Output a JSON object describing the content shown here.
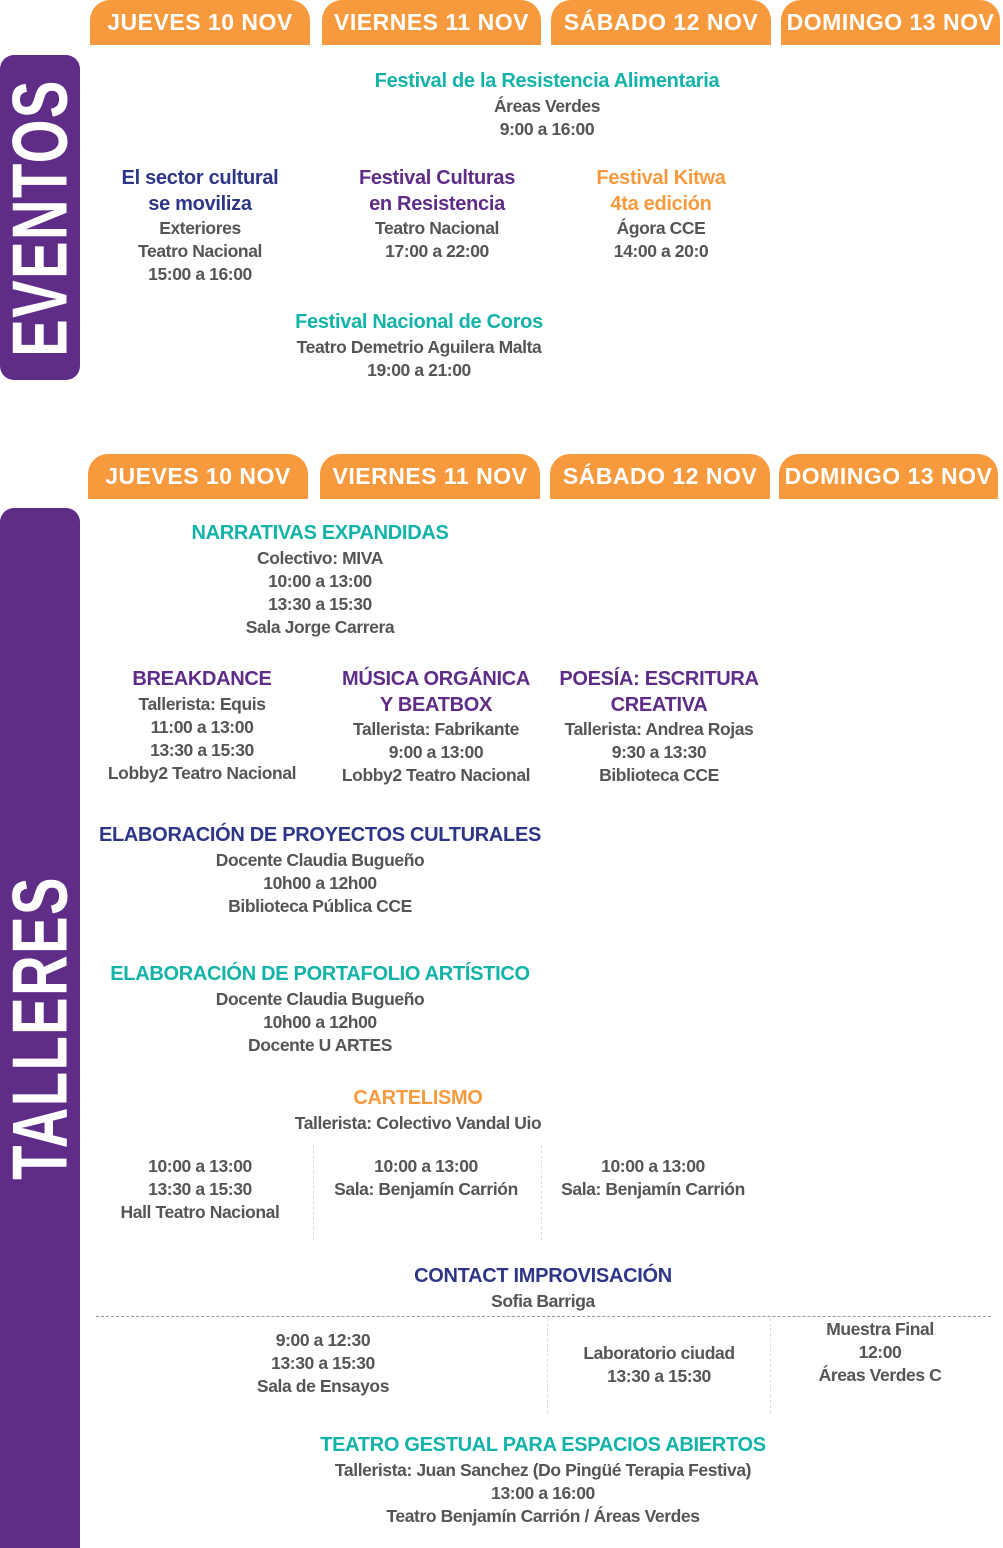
{
  "days_eventos": [
    "JUEVES 10 NOV",
    "VIERNES 11 NOV",
    "SÁBADO 12 NOV",
    "DOMINGO 13 NOV"
  ],
  "days_talleres": [
    "JUEVES 10 NOV",
    "VIERNES 11 NOV",
    "SÁBADO 12 NOV",
    "DOMINGO 13 NOV"
  ],
  "sections": {
    "eventos": "EVENTOS",
    "talleres": "TALLERES"
  },
  "colors": {
    "orange": "#F79A3E",
    "purple": "#5F2C87",
    "teal": "#12B3A8",
    "navy": "#2E3787",
    "text": "#555555"
  },
  "blocks": [
    {
      "id": "ev-alimentaria",
      "color": "teal",
      "title": [
        "Festival de la Resistencia Alimentaria"
      ],
      "lines": [
        "Áreas Verdes",
        "9:00 a 16:00"
      ]
    },
    {
      "id": "ev-sector",
      "color": "navy",
      "title": [
        "El sector cultural",
        "se moviliza"
      ],
      "lines": [
        "Exteriores",
        "Teatro Nacional",
        "15:00 a 16:00"
      ]
    },
    {
      "id": "ev-culturas",
      "color": "purple",
      "title": [
        "Festival Culturas",
        "en Resistencia"
      ],
      "lines": [
        "Teatro Nacional",
        "17:00 a 22:00"
      ]
    },
    {
      "id": "ev-kitwa",
      "color": "orange",
      "title": [
        "Festival Kitwa",
        "4ta edición"
      ],
      "lines": [
        "Ágora CCE",
        "14:00 a 20:0"
      ]
    },
    {
      "id": "ev-coros",
      "color": "teal",
      "title": [
        "Festival Nacional de Coros"
      ],
      "lines": [
        "Teatro Demetrio Aguilera Malta",
        "19:00 a 21:00"
      ]
    },
    {
      "id": "ta-narrativas",
      "color": "teal",
      "title": [
        "NARRATIVAS EXPANDIDAS"
      ],
      "lines": [
        "Colectivo: MIVA",
        "10:00 a 13:00",
        "13:30 a 15:30",
        "Sala Jorge Carrera"
      ]
    },
    {
      "id": "ta-breakdance",
      "color": "purple",
      "title": [
        "BREAKDANCE"
      ],
      "lines": [
        "Tallerista: Equis",
        "11:00 a 13:00",
        "13:30 a 15:30",
        "Lobby2 Teatro Nacional"
      ]
    },
    {
      "id": "ta-musica",
      "color": "purple",
      "title": [
        "MÚSICA ORGÁNICA",
        "Y BEATBOX"
      ],
      "lines": [
        "Tallerista: Fabrikante",
        "9:00 a 13:00",
        "Lobby2 Teatro Nacional"
      ]
    },
    {
      "id": "ta-poesia",
      "color": "purple",
      "title": [
        "POESÍA: ESCRITURA",
        "CREATIVA"
      ],
      "lines": [
        "Tallerista: Andrea Rojas",
        "9:30 a 13:30",
        "Biblioteca CCE"
      ]
    },
    {
      "id": "ta-proyectos",
      "color": "navy",
      "title": [
        "ELABORACIÓN DE PROYECTOS CULTURALES"
      ],
      "lines": [
        "Docente Claudia Bugueño",
        "10h00 a 12h00",
        "Biblioteca Pública CCE"
      ]
    },
    {
      "id": "ta-portafolio",
      "color": "teal",
      "title": [
        "ELABORACIÓN DE PORTAFOLIO ARTÍSTICO"
      ],
      "lines": [
        "Docente Claudia Bugueño",
        "10h00 a 12h00",
        "Docente U ARTES"
      ]
    },
    {
      "id": "ta-cartelismo",
      "color": "orange",
      "title": [
        "CARTELISMO"
      ],
      "lines": [
        "Tallerista: Colectivo Vandal Uio"
      ]
    },
    {
      "id": "ta-cart-jue",
      "color": "",
      "title": [],
      "lines": [
        "10:00 a 13:00",
        "13:30 a 15:30",
        "Hall Teatro Nacional"
      ]
    },
    {
      "id": "ta-cart-vie",
      "color": "",
      "title": [],
      "lines": [
        "10:00 a 13:00",
        "Sala: Benjamín Carrión"
      ]
    },
    {
      "id": "ta-cart-sab",
      "color": "",
      "title": [],
      "lines": [
        "10:00 a 13:00",
        "Sala: Benjamín Carrión"
      ]
    },
    {
      "id": "ta-contact",
      "color": "navy",
      "title": [
        "CONTACT IMPROVISACIÓN"
      ],
      "lines": [
        "Sofia Barriga"
      ]
    },
    {
      "id": "ta-contact-a",
      "color": "",
      "title": [],
      "lines": [
        "9:00 a 12:30",
        "13:30 a 15:30",
        "Sala de Ensayos"
      ]
    },
    {
      "id": "ta-contact-b",
      "color": "",
      "title": [],
      "lines": [
        "Laboratorio ciudad",
        "13:30 a 15:30"
      ]
    },
    {
      "id": "ta-contact-c",
      "color": "",
      "title": [],
      "lines": [
        "Muestra Final",
        "12:00",
        "Áreas Verdes C"
      ]
    },
    {
      "id": "ta-teatro",
      "color": "teal",
      "title": [
        "TEATRO GESTUAL PARA ESPACIOS ABIERTOS"
      ],
      "lines": [
        "Tallerista: Juan Sanchez (Do Pingüé Terapia Festiva)",
        "13:00 a 16:00",
        "Teatro Benjamín Carrión / Áreas Verdes"
      ]
    }
  ]
}
